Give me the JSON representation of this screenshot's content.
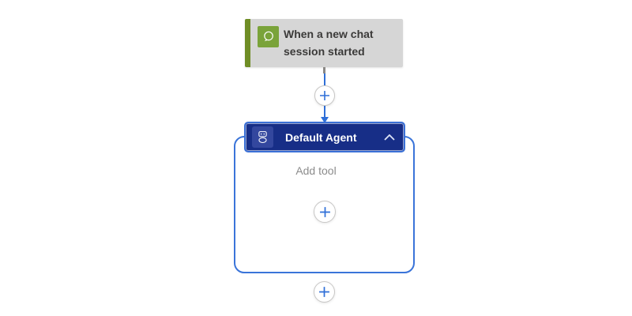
{
  "trigger": {
    "title": "When a new chat session started",
    "icon": "chat-bubble-icon",
    "colors": {
      "card_bg": "#d6d6d6",
      "accent_bar": "#6f8d25",
      "icon_bg": "#7aa33a",
      "text": "#3b3a39"
    }
  },
  "connector": {
    "style": "arrow-down",
    "line_color": "#2f6fd8",
    "stub_color": "#8a8886",
    "insert_icon": "plus-icon"
  },
  "agent": {
    "title": "Default Agent",
    "icon": "bot-icon",
    "chevron_icon": "chevron-up-icon",
    "state": "expanded",
    "body": {
      "add_tool_label": "Add tool",
      "add_tool_icon": "plus-icon"
    },
    "colors": {
      "header_bg": "#172e87",
      "header_border": "#3a70d6",
      "icon_bg": "#33479e",
      "title_text": "#ffffff",
      "container_border": "#3a74d9",
      "add_tool_text": "#8c8c8c"
    }
  },
  "after_agent": {
    "add_next_icon": "plus-icon"
  }
}
